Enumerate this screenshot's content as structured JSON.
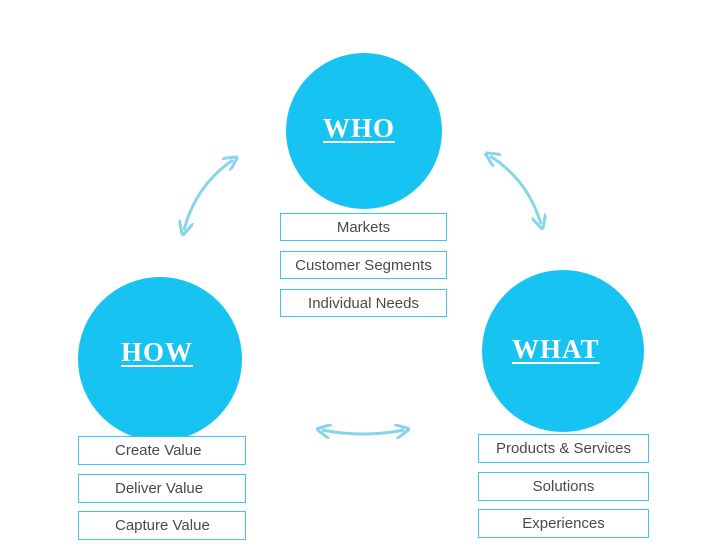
{
  "colors": {
    "circle_fill": "#16c3f1",
    "arrow": "#8ad3ec",
    "box_border": "#3fc6ec",
    "box_text": "#4a4a4a"
  },
  "who": {
    "title": "WHO",
    "items": [
      "Markets",
      "Customer Segments",
      "Individual Needs"
    ]
  },
  "how": {
    "title": "HOW",
    "items": [
      "Create Value",
      "Deliver Value",
      "Capture Value"
    ]
  },
  "what": {
    "title": "WHAT",
    "items": [
      "Products & Services",
      "Solutions",
      "Experiences"
    ]
  }
}
